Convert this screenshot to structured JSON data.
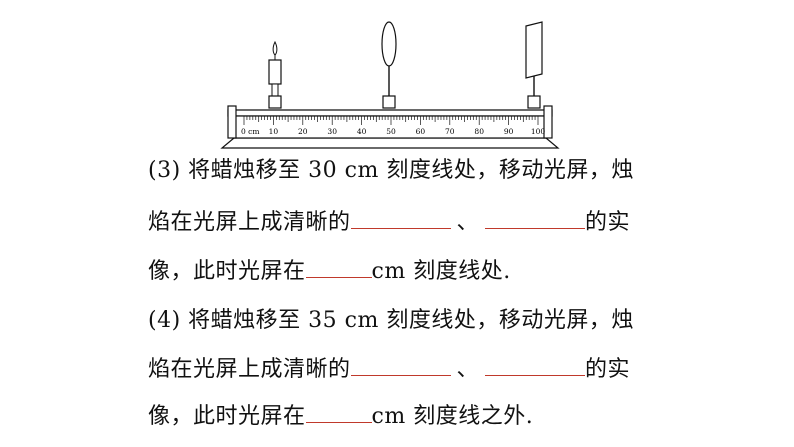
{
  "apparatus": {
    "ruler_labels": [
      "0 cm",
      "10",
      "20",
      "30",
      "40",
      "50",
      "60",
      "70",
      "80",
      "90",
      "100"
    ]
  },
  "question3": {
    "line1": "(3) 将蜡烛移至 30 cm 刻度线处，移动光屏，烛",
    "line2_prefix": "焰在光屏上成清晰的",
    "separator": "、",
    "line2_suffix": "的实",
    "line3_prefix": "像，此时光屏在",
    "line3_suffix": "cm 刻度线处."
  },
  "question4": {
    "line1": "(4) 将蜡烛移至 35 cm 刻度线处，移动光屏，烛",
    "line2_prefix": "焰在光屏上成清晰的",
    "separator": "、",
    "line2_suffix": "的实",
    "line3_prefix": "像，此时光屏在",
    "line3_suffix": "cm 刻度线之外."
  }
}
